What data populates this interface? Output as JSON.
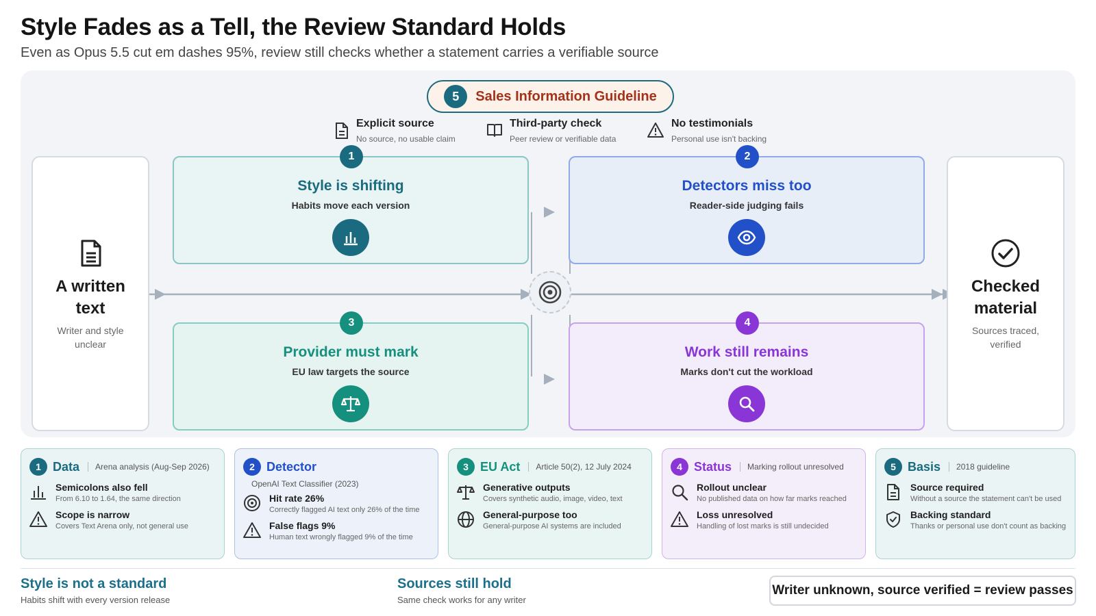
{
  "header": {
    "title": "Style Fades as a Tell, the Review Standard Holds",
    "subtitle": "Even as Opus 5.5 cut em dashes 95%, review still checks whether a statement carries a verifiable source"
  },
  "guideline": {
    "num": "5",
    "label": "Sales Information Guideline"
  },
  "conditions": [
    {
      "title": "Explicit source",
      "sub": "No source, no usable claim",
      "icon": "document-icon"
    },
    {
      "title": "Third-party check",
      "sub": "Peer review or verifiable data",
      "icon": "book-icon"
    },
    {
      "title": "No testimonials",
      "sub": "Personal use isn't backing",
      "icon": "warning-icon"
    }
  ],
  "input": {
    "title_l1": "A written",
    "title_l2": "text",
    "sub_l1": "Writer and style",
    "sub_l2": "unclear"
  },
  "output": {
    "title_l1": "Checked",
    "title_l2": "material",
    "sub_l1": "Sources traced,",
    "sub_l2": "verified"
  },
  "steps": [
    {
      "num": "1",
      "title": "Style is shifting",
      "sub": "Habits move each version",
      "color": "#1a6b7f",
      "icon": "bar-chart-icon"
    },
    {
      "num": "2",
      "title": "Detectors miss too",
      "sub": "Reader-side judging fails",
      "color": "#2250c8",
      "icon": "eye-icon"
    },
    {
      "num": "3",
      "title": "Provider must mark",
      "sub": "EU law targets the source",
      "color": "#16907e",
      "icon": "scale-icon"
    },
    {
      "num": "4",
      "title": "Work still remains",
      "sub": "Marks don't cut the workload",
      "color": "#8a35d6",
      "icon": "search-icon"
    }
  ],
  "cards": [
    {
      "num": "1",
      "title": "Data",
      "sub": "Arena analysis (Aug-Sep 2026)",
      "color": "#1a6b7f",
      "items": [
        {
          "title": "Semicolons also fell",
          "sub": "From 6.10 to 1.64, the same direction",
          "icon": "bar-chart-icon"
        },
        {
          "title": "Scope is narrow",
          "sub": "Covers Text Arena only, not general use",
          "icon": "warning-icon"
        }
      ]
    },
    {
      "num": "2",
      "title": "Detector",
      "sub": "OpenAI Text Classifier (2023)",
      "color": "#2250c8",
      "items": [
        {
          "title": "Hit rate 26%",
          "sub": "Correctly flagged AI text only 26% of the time",
          "icon": "target-icon"
        },
        {
          "title": "False flags 9%",
          "sub": "Human text wrongly flagged 9% of the time",
          "icon": "warning-icon"
        }
      ]
    },
    {
      "num": "3",
      "title": "EU Act",
      "sub": "Article 50(2), 12 July 2024",
      "color": "#16907e",
      "items": [
        {
          "title": "Generative outputs",
          "sub": "Covers synthetic audio, image, video, text",
          "icon": "scale-icon"
        },
        {
          "title": "General-purpose too",
          "sub": "General-purpose AI systems are included",
          "icon": "globe-icon"
        }
      ]
    },
    {
      "num": "4",
      "title": "Status",
      "sub": "Marking rollout unresolved",
      "color": "#8a35d6",
      "items": [
        {
          "title": "Rollout unclear",
          "sub": "No published data on how far marks reached",
          "icon": "search-icon"
        },
        {
          "title": "Loss unresolved",
          "sub": "Handling of lost marks is still undecided",
          "icon": "warning-icon"
        }
      ]
    },
    {
      "num": "5",
      "title": "Basis",
      "sub": "2018 guideline",
      "color": "#1a6b7f",
      "items": [
        {
          "title": "Source required",
          "sub": "Without a source the statement can't be used",
          "icon": "document-icon"
        },
        {
          "title": "Backing standard",
          "sub": "Thanks or personal use don't count as backing",
          "icon": "shield-icon"
        }
      ]
    }
  ],
  "footer": {
    "left": {
      "title": "Style is not a standard",
      "sub": "Habits shift with every version release"
    },
    "mid": {
      "title": "Sources still hold",
      "sub": "Same check works for any writer"
    },
    "verdict": "Writer unknown, source verified = review passes"
  }
}
